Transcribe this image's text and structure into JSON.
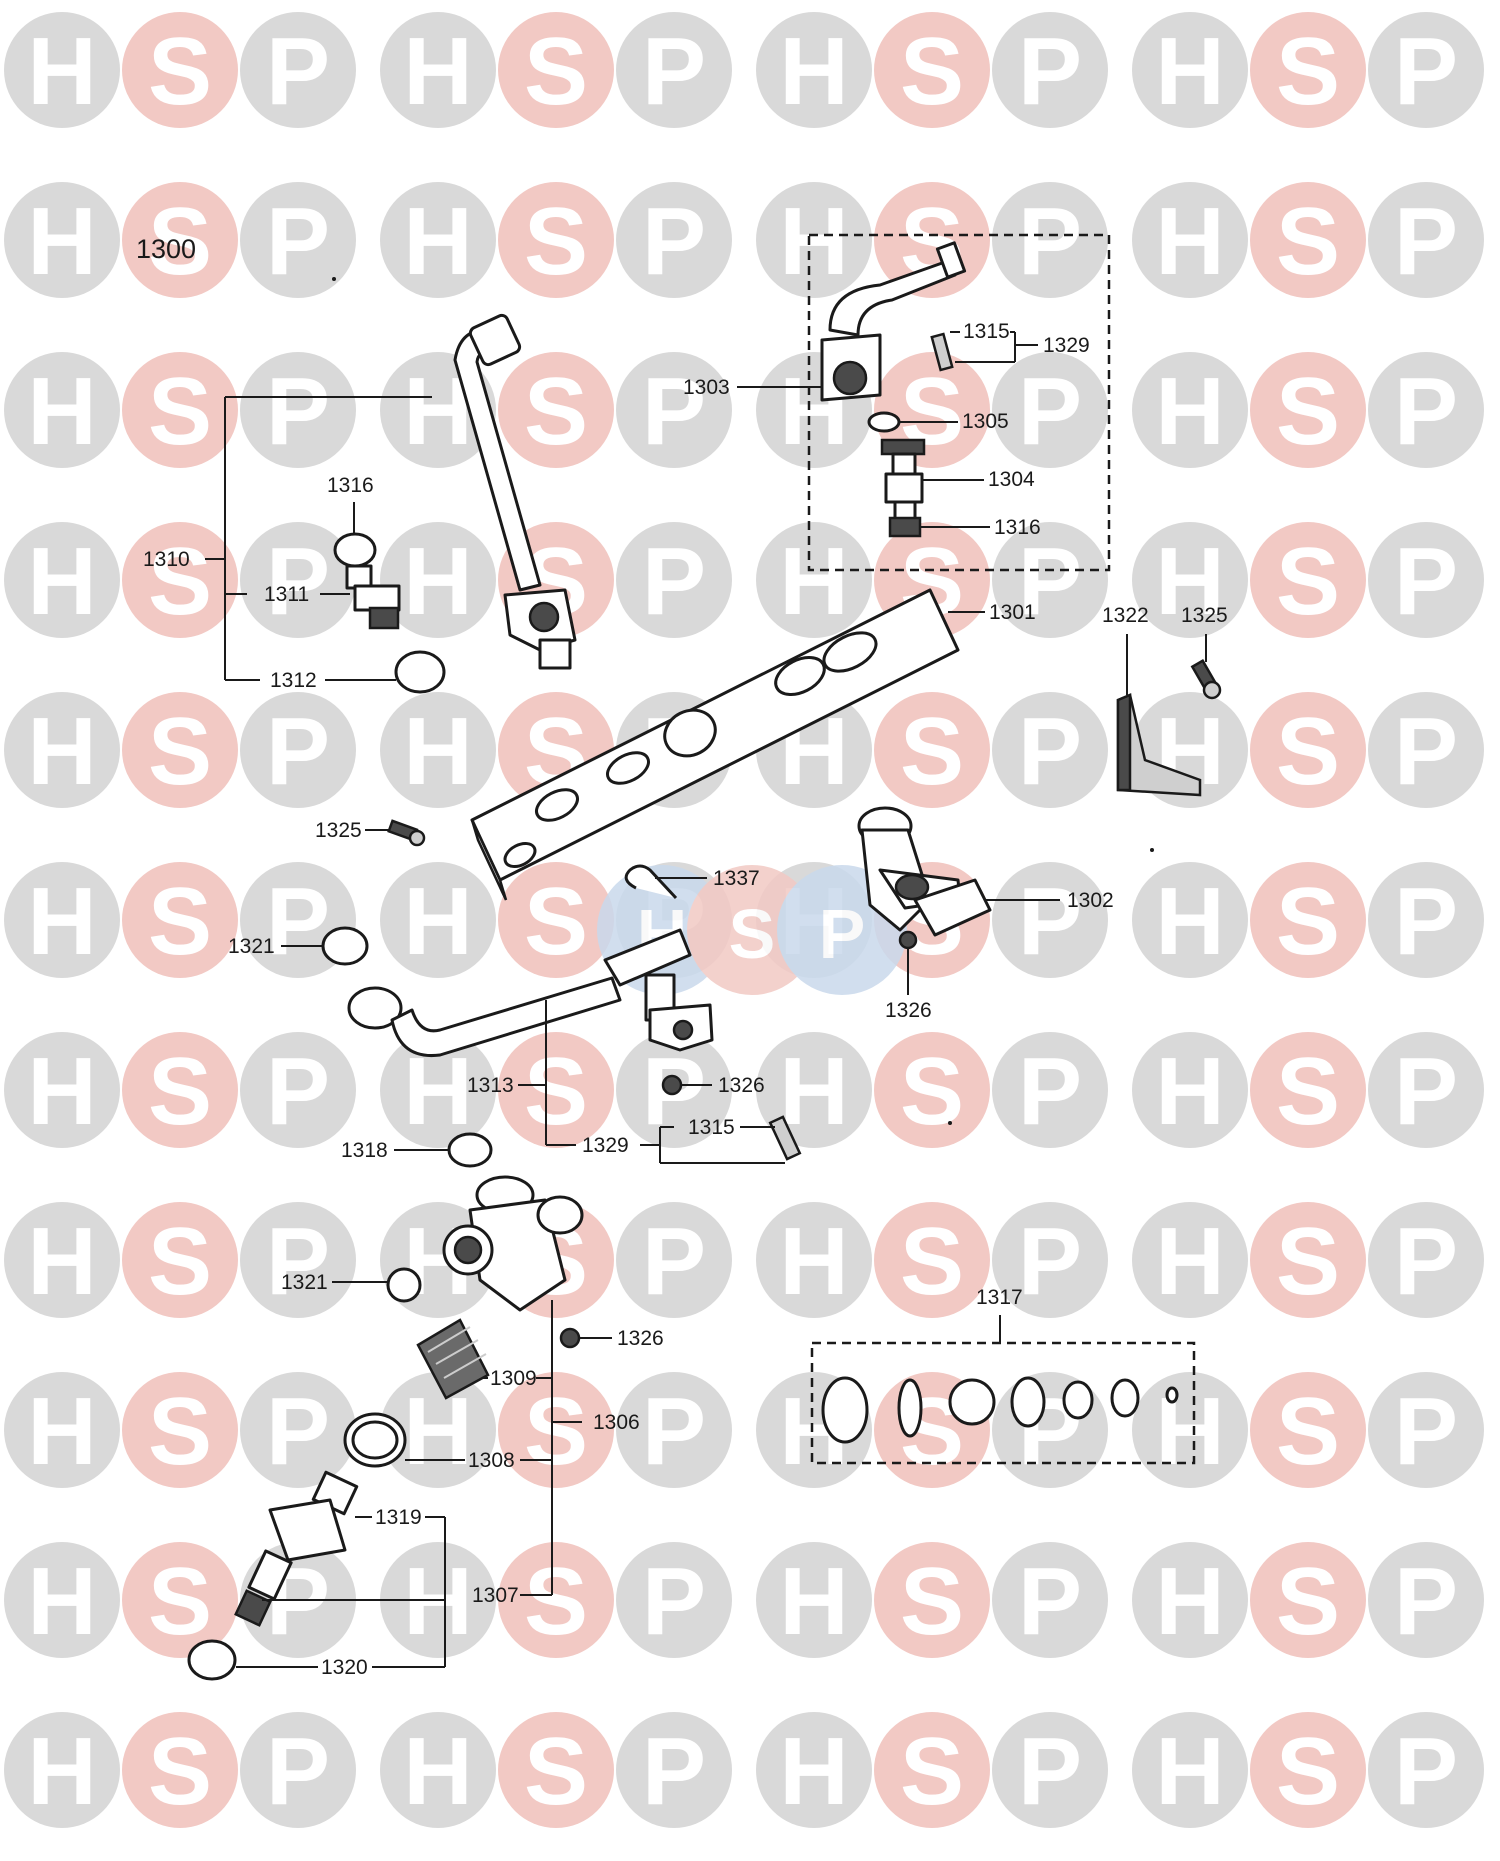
{
  "colors": {
    "watermark_grey": "#d9d9d9",
    "watermark_pink": "#f2c9c4",
    "watermark_blue": "#c9d9ec",
    "ink": "#1a1a1a"
  },
  "watermark": {
    "letters": [
      "H",
      "S",
      "P"
    ],
    "rows": 11,
    "groups_per_row": 4
  },
  "assembly_number": "1300",
  "callouts": [
    {
      "id": "1303",
      "label": "1303"
    },
    {
      "id": "1315a",
      "label": "1315"
    },
    {
      "id": "1329a",
      "label": "1329"
    },
    {
      "id": "1305",
      "label": "1305"
    },
    {
      "id": "1304",
      "label": "1304"
    },
    {
      "id": "1316b",
      "label": "1316"
    },
    {
      "id": "1316a",
      "label": "1316"
    },
    {
      "id": "1310",
      "label": "1310"
    },
    {
      "id": "1311",
      "label": "1311"
    },
    {
      "id": "1312",
      "label": "1312"
    },
    {
      "id": "1301",
      "label": "1301"
    },
    {
      "id": "1322",
      "label": "1322"
    },
    {
      "id": "1325a",
      "label": "1325"
    },
    {
      "id": "1325b",
      "label": "1325"
    },
    {
      "id": "1337",
      "label": "1337"
    },
    {
      "id": "1302",
      "label": "1302"
    },
    {
      "id": "1321a",
      "label": "1321"
    },
    {
      "id": "1326a",
      "label": "1326"
    },
    {
      "id": "1326b",
      "label": "1326"
    },
    {
      "id": "1313",
      "label": "1313"
    },
    {
      "id": "1315b",
      "label": "1315"
    },
    {
      "id": "1329b",
      "label": "1329"
    },
    {
      "id": "1318",
      "label": "1318"
    },
    {
      "id": "1321b",
      "label": "1321"
    },
    {
      "id": "1326c",
      "label": "1326"
    },
    {
      "id": "1317",
      "label": "1317"
    },
    {
      "id": "1309",
      "label": "1309"
    },
    {
      "id": "1306",
      "label": "1306"
    },
    {
      "id": "1308",
      "label": "1308"
    },
    {
      "id": "1319",
      "label": "1319"
    },
    {
      "id": "1307",
      "label": "1307"
    },
    {
      "id": "1320",
      "label": "1320"
    }
  ]
}
